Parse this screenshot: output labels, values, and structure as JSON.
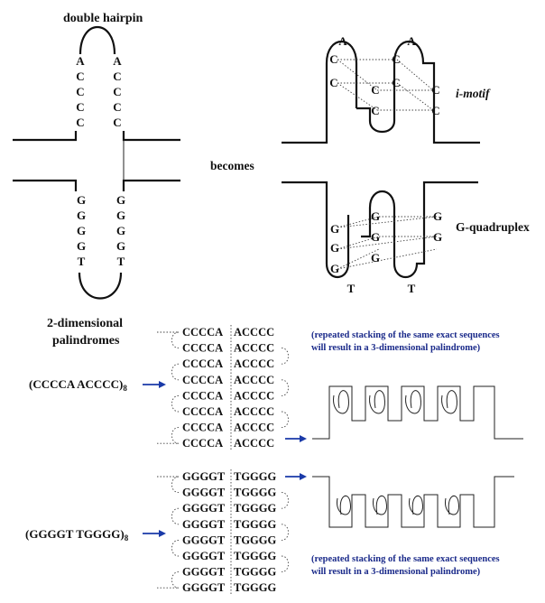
{
  "labels": {
    "double_hairpin": "double hairpin",
    "becomes": "becomes",
    "i_motif": "i-motif",
    "g_quadruplex": "G-quadruplex",
    "palindromes_line1": "2-dimensional",
    "palindromes_line2": "palindromes",
    "formula_c": "(CCCCA ACCCC)",
    "formula_c_sub": "8",
    "formula_g": "(GGGGT TGGGG)",
    "formula_g_sub": "8",
    "note_top_line1": "(repeated stacking of the same exact sequences",
    "note_top_line2": "will result in a 3-dimensional palindrome)",
    "note_bottom_line1": "(repeated stacking of the same exact sequences",
    "note_bottom_line2": "will result in a 3-dimensional palindrome)"
  },
  "hairpin": {
    "top_left_bases": [
      "A",
      "C",
      "C",
      "C",
      "C"
    ],
    "top_right_bases": [
      "A",
      "C",
      "C",
      "C",
      "C"
    ],
    "bottom_left_bases": [
      "G",
      "G",
      "G",
      "G",
      "T"
    ],
    "bottom_right_bases": [
      "G",
      "G",
      "G",
      "G",
      "T"
    ]
  },
  "imotif": {
    "loop_bases": [
      "A",
      "A"
    ],
    "left_bases": [
      "C",
      "C"
    ],
    "mid_bases": [
      "C",
      "C"
    ],
    "right_bases": [
      "C",
      "C"
    ]
  },
  "gquad": {
    "loop_bases": [
      "T",
      "T"
    ],
    "left_bases": [
      "G",
      "G",
      "G"
    ],
    "mid_bases": [
      "G",
      "G"
    ],
    "right_bases": [
      "G",
      "G"
    ]
  },
  "c_repeats": {
    "left": "CCCCA",
    "right": "ACCCC",
    "count": 8
  },
  "g_repeats": {
    "left": "GGGGT",
    "right": "TGGGG",
    "count": 8
  }
}
